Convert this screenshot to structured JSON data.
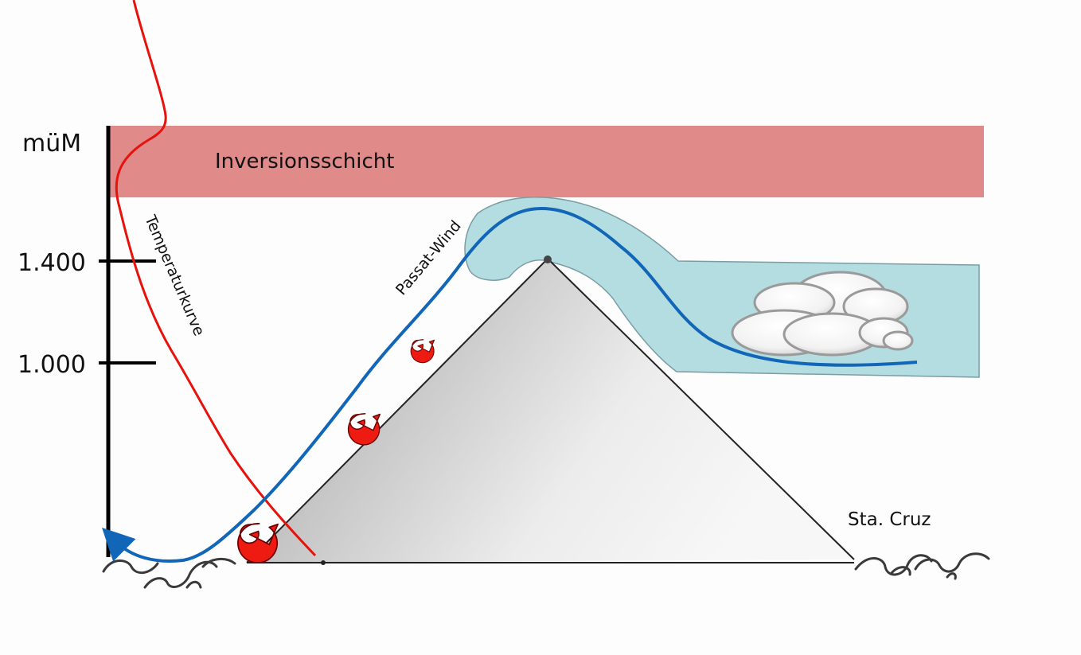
{
  "axis": {
    "unit_label": "müM",
    "ticks": [
      {
        "value": 1400,
        "label": "1.400"
      },
      {
        "value": 1000,
        "label": "1.000"
      }
    ]
  },
  "layers": {
    "inversion_label": "Inversionsschicht"
  },
  "curves": {
    "temperature_label": "Temperaturkurve",
    "wind_label": "Passat-Wind"
  },
  "places": {
    "town_label": "Sta. Cruz"
  },
  "colors": {
    "inversion": "#e08a8a",
    "temperature": "#e8120c",
    "wind": "#1166b8",
    "cloud_band": "#b4dde2",
    "swirl": "#ee1b12",
    "axis": "#000000",
    "waves": "#3a3a3a"
  }
}
